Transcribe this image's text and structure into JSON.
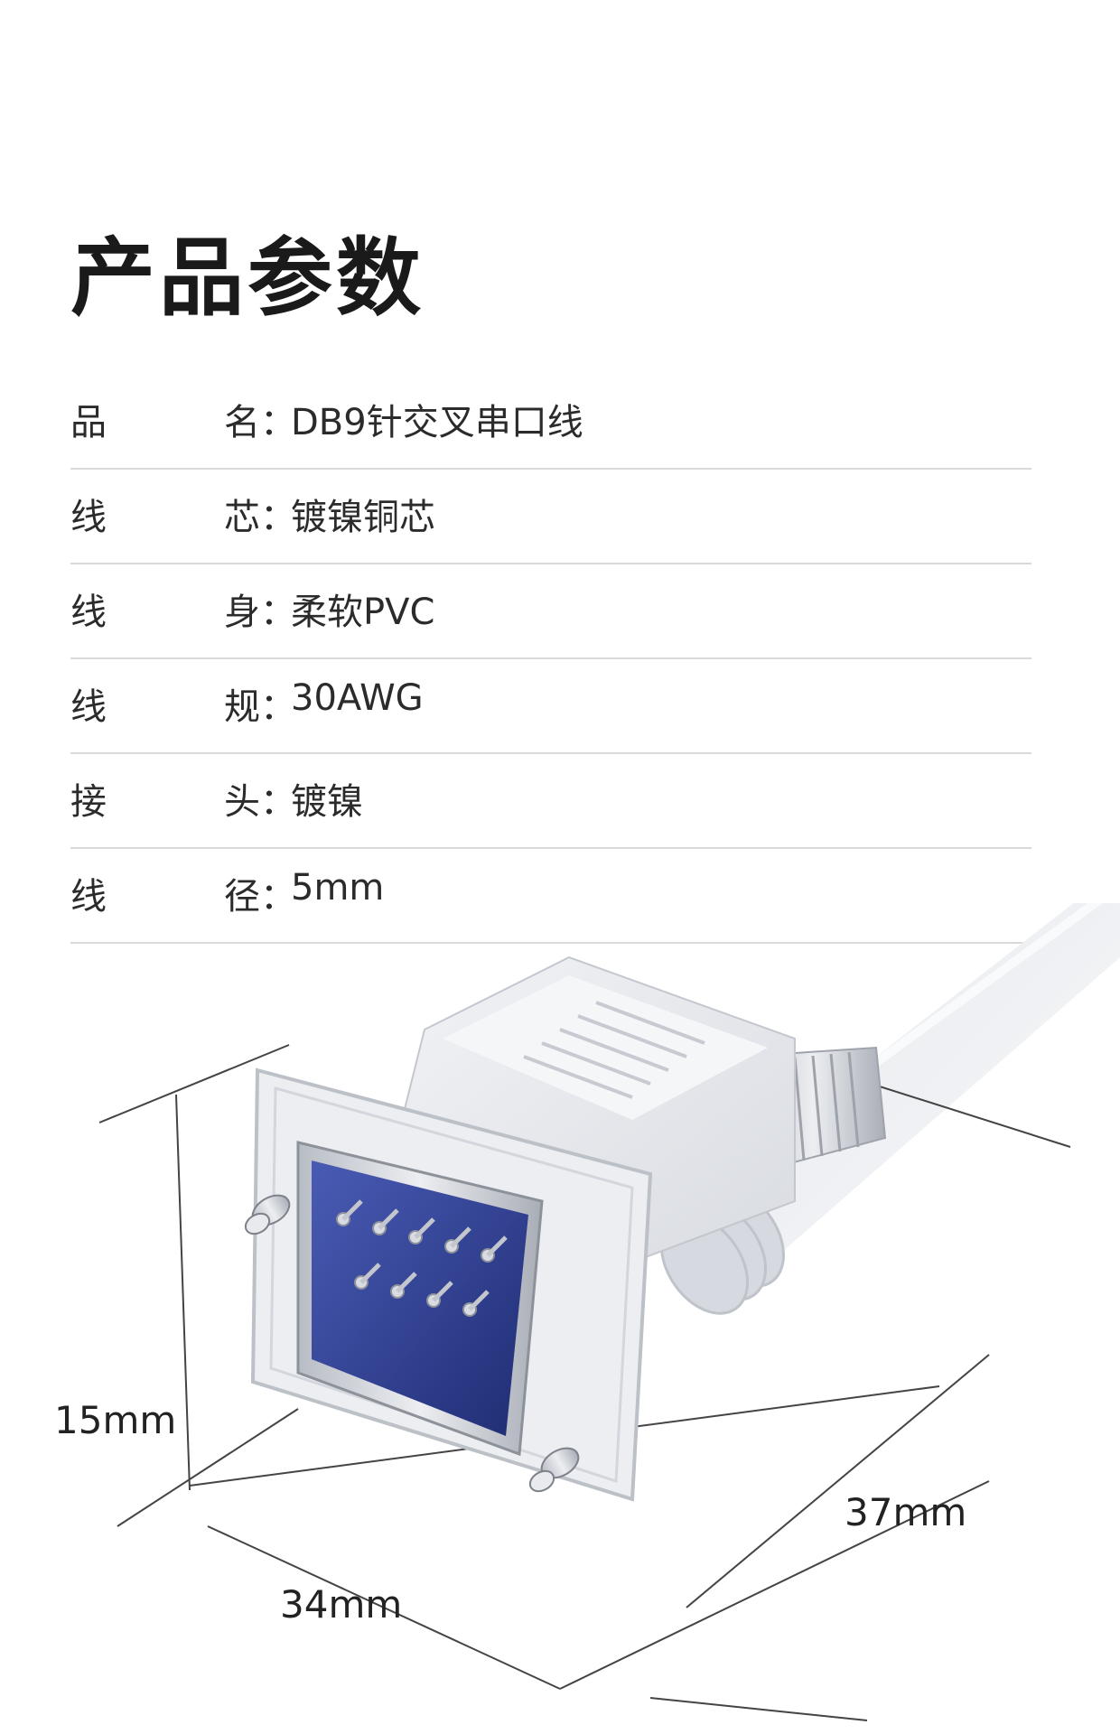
{
  "page": {
    "title": "产品参数"
  },
  "specs": [
    {
      "label_chars": [
        "品",
        "名"
      ],
      "colon": "：",
      "value": "DB9针交叉串口线"
    },
    {
      "label_chars": [
        "线",
        "芯"
      ],
      "colon": "：",
      "value": "镀镍铜芯"
    },
    {
      "label_chars": [
        "线",
        "身"
      ],
      "colon": "：",
      "value": "柔软PVC"
    },
    {
      "label_chars": [
        "线",
        "规"
      ],
      "colon": "：",
      "value": "30AWG"
    },
    {
      "label_chars": [
        "接",
        "头"
      ],
      "colon": "：",
      "value": "镀镍"
    },
    {
      "label_chars": [
        "线",
        "径"
      ],
      "colon": "：",
      "value": "5mm"
    }
  ],
  "dimensions": {
    "height": "15mm",
    "width": "34mm",
    "depth": "37mm"
  },
  "colors": {
    "connector_body": "#e8eaee",
    "pin_face": "#2e3f8f",
    "metal": "#c9ccd2"
  }
}
